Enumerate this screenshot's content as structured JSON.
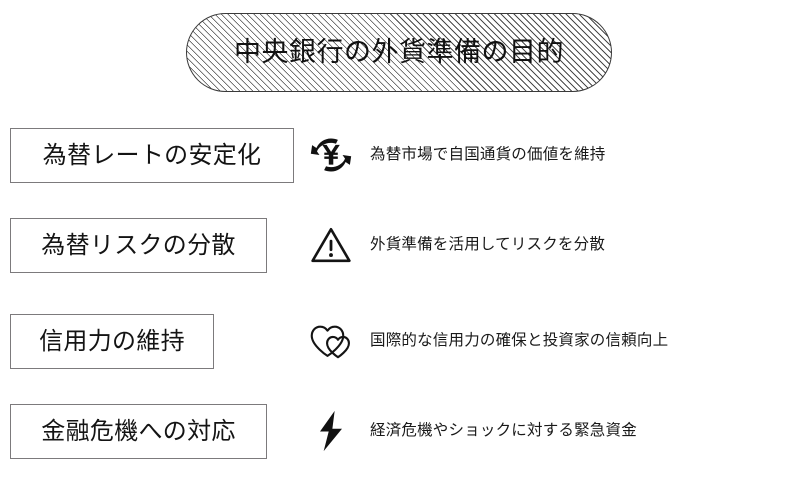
{
  "title": {
    "text": "中央銀行の外貨準備の目的",
    "style": "hatched-pill",
    "border_color": "#3a3a3a",
    "hatch_color": "#4a4a4a"
  },
  "colors": {
    "box_border": "#7c7a7c",
    "text": "#141414",
    "icon": "#111111",
    "background": "#ffffff"
  },
  "rows": [
    {
      "label": "為替レートの安定化",
      "icon": "currency-exchange-yen-icon",
      "description": "為替市場で自国通貨の価値を維持"
    },
    {
      "label": "為替リスクの分散",
      "icon": "warning-triangle-icon",
      "description": "外貨準備を活用してリスクを分散"
    },
    {
      "label": "信用力の維持",
      "icon": "two-hearts-icon",
      "description": "国際的な信用力の確保と投資家の信頼向上"
    },
    {
      "label": "金融危機への対応",
      "icon": "lightning-bolt-icon",
      "description": "経済危機やショックに対する緊急資金"
    }
  ]
}
